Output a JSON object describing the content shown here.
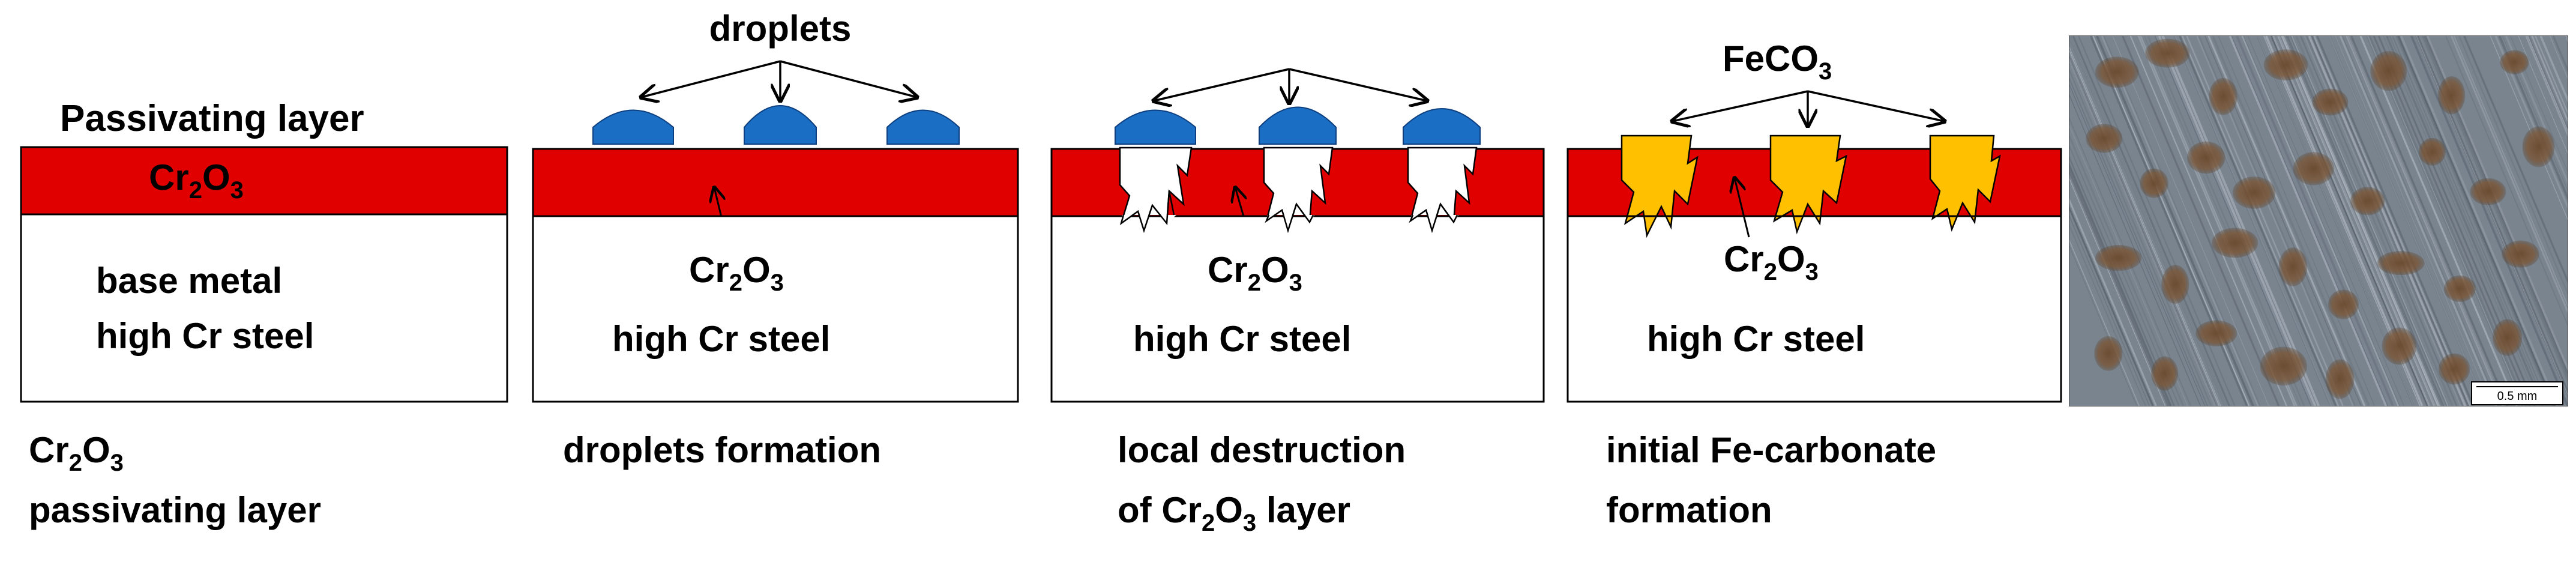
{
  "colors": {
    "oxide_layer": "#e00000",
    "droplet": "#1a6fc4",
    "carbonate": "#ffc000",
    "outline": "#000000",
    "background": "#ffffff"
  },
  "panel1": {
    "layer_label": "Passivating layer",
    "oxide_formula": {
      "base": "Cr",
      "sub1": "2",
      "mid": "O",
      "sub2": "3"
    },
    "metal_line1": "base metal",
    "metal_line2": "high Cr steel",
    "caption_formula": {
      "base": "Cr",
      "sub1": "2",
      "mid": "O",
      "sub2": "3"
    },
    "caption_line2": "passivating layer"
  },
  "panel2": {
    "top_label": "droplets",
    "oxide_formula": {
      "base": "Cr",
      "sub1": "2",
      "mid": "O",
      "sub2": "3"
    },
    "metal_label": "high Cr steel",
    "caption": "droplets formation"
  },
  "panel3": {
    "oxide_formula": {
      "base": "Cr",
      "sub1": "2",
      "mid": "O",
      "sub2": "3"
    },
    "metal_label": "high Cr steel",
    "caption_line1": "local destruction",
    "caption_line2_pre": "of ",
    "caption_formula": {
      "base": "Cr",
      "sub1": "2",
      "mid": "O",
      "sub2": "3"
    },
    "caption_line2_post": " layer"
  },
  "panel4": {
    "top_formula": {
      "base": "FeCO",
      "sub": "3"
    },
    "oxide_formula": {
      "base": "Cr",
      "sub1": "2",
      "mid": "O",
      "sub2": "3"
    },
    "metal_label": "high Cr steel",
    "caption_line1": "initial Fe-carbonate",
    "caption_line2": "formation"
  },
  "photo": {
    "scale_bar": "0.5 mm"
  }
}
